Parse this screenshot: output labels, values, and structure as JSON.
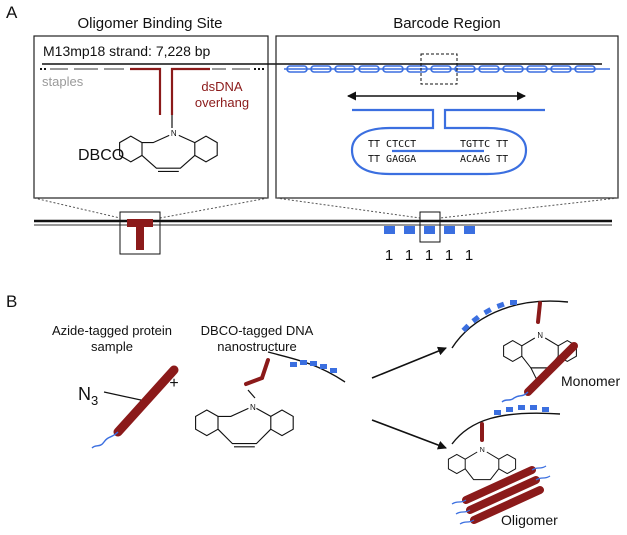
{
  "colors": {
    "dna_red": "#8b1a1a",
    "barcode_blue": "#3b6fe0",
    "staple_gray": "#9a9a9a",
    "ink": "#111111"
  },
  "panel_a": {
    "label": "A",
    "oligomer_site": {
      "title": "Oligomer Binding Site",
      "strand": "M13mp18 strand: 7,228 bp",
      "staples": "staples",
      "overhang_line1": "dsDNA",
      "overhang_line2": "overhang",
      "dbco": "DBCO"
    },
    "barcode_region": {
      "title": "Barcode Region",
      "seq_left_top": "TT CTCCT",
      "seq_left_bottom": "TT GAGGA",
      "seq_right_top": "TGTTC TT",
      "seq_right_bottom": "ACAAG TT"
    },
    "barcode_digits": [
      "1",
      "1",
      "1",
      "1",
      "1"
    ]
  },
  "panel_b": {
    "label": "B",
    "protein_line1": "Azide-tagged protein",
    "protein_line2": "sample",
    "azide": "N",
    "azide_sub": "3",
    "plus": "+",
    "dna_line1": "DBCO-tagged DNA",
    "dna_line2": "nanostructure",
    "monomer": "Monomer",
    "oligomer": "Oligomer"
  },
  "icons": [
    "dbco-molecule-icon",
    "cyclooctyne-icon",
    "triazole-icon",
    "protein-rod-icon",
    "dna-hairpin-icon",
    "arrow-icon"
  ]
}
